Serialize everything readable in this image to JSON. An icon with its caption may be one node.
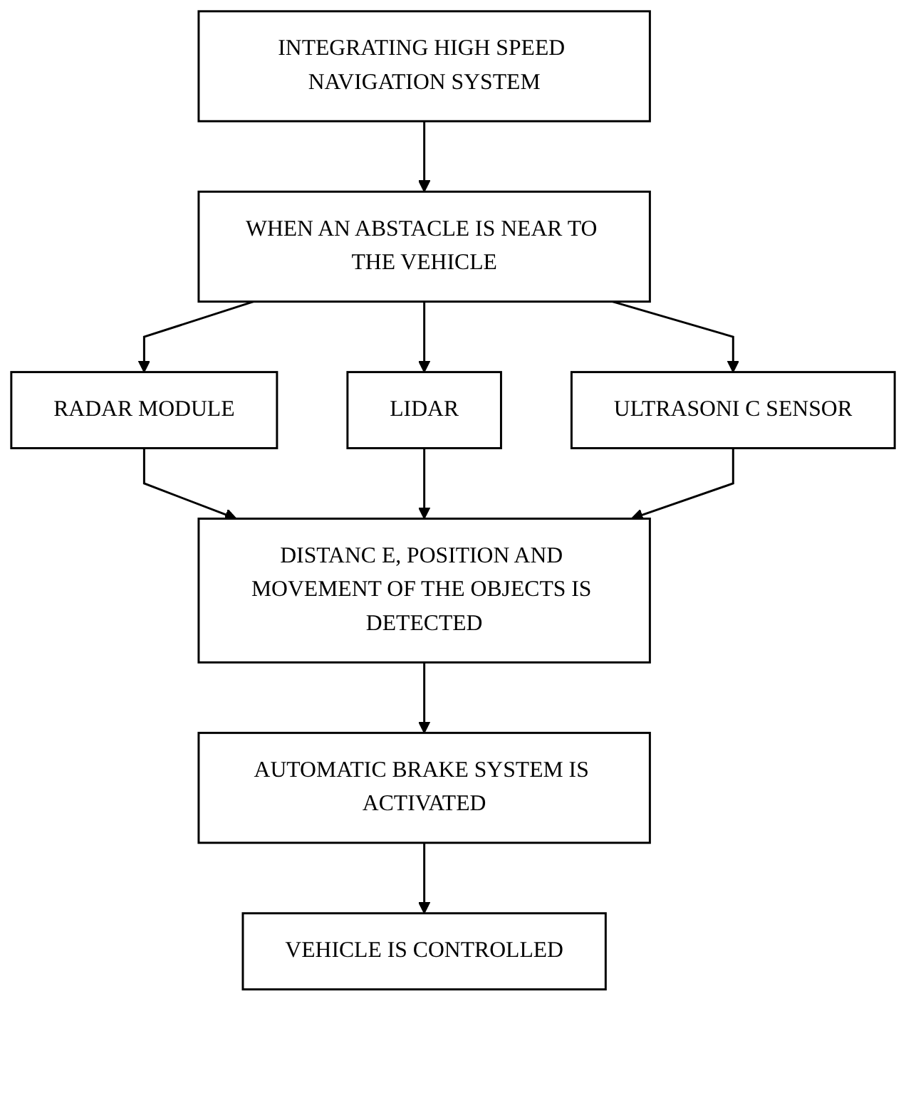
{
  "diagram": {
    "nodes": [
      {
        "text": [
          "INTEGRATING HIGH SPEED NAVIGATION SYSTEM"
        ]
      },
      {
        "text": [
          "WHEN AN ABSTACLE IS NEAR TO THE VEHICLE"
        ]
      },
      {
        "text": [
          "RADAR MODULE"
        ]
      },
      {
        "text": [
          "LIDAR"
        ]
      },
      {
        "text": [
          "ULTRASONI C SENSOR"
        ]
      },
      {
        "text": [
          "DISTANC E, POSITION AND MOVEMENT OF THE OBJECTS IS DETECTED"
        ]
      },
      {
        "text": [
          "AUTOMATIC BRAKE SYSTEM IS ACTIVATED"
        ]
      },
      {
        "text": [
          "VEHICLE IS CONTROLLED"
        ]
      }
    ],
    "edges": [
      {
        "from": 0,
        "to": 1,
        "arrow": "to"
      },
      {
        "from": 1,
        "to": 2,
        "arrow": "to"
      },
      {
        "from": 1,
        "to": 3,
        "arrow": "to"
      },
      {
        "from": 1,
        "to": 4,
        "arrow": "to"
      },
      {
        "from": 2,
        "to": 5,
        "arrow": "to"
      },
      {
        "from": 3,
        "to": 5,
        "arrow": "to"
      },
      {
        "from": 4,
        "to": 5,
        "arrow": "to"
      },
      {
        "from": 5,
        "to": 6,
        "arrow": "to"
      },
      {
        "from": 6,
        "to": 7,
        "arrow": "to"
      }
    ]
  }
}
